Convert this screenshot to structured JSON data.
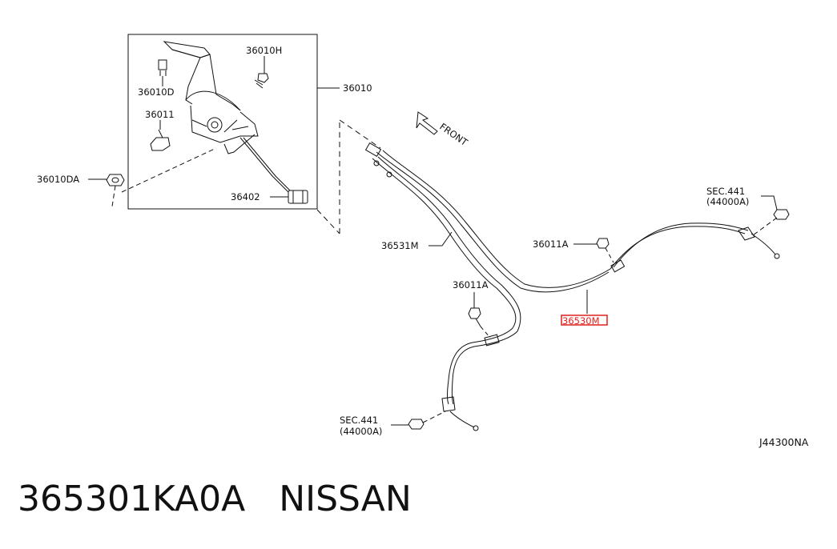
{
  "labels": {
    "l36010H": "36010H",
    "l36010D": "36010D",
    "l36011": "36011",
    "l36010": "36010",
    "l36010DA": "36010DA",
    "l36402": "36402",
    "front": "FRONT",
    "l36531M": "36531M",
    "l36011A_top": "36011A",
    "l36011A_mid": "36011A",
    "l36530M": "36530M",
    "sec441_right": "SEC.441",
    "sec441_right_sub": "(44000A)",
    "sec441_left": "SEC.441",
    "sec441_left_sub": "(44000A)",
    "diagram_code": "J44300NA"
  },
  "highlight_color": "#e0201b",
  "caption": {
    "part_number": "365301KA0A",
    "brand": "NISSAN"
  }
}
